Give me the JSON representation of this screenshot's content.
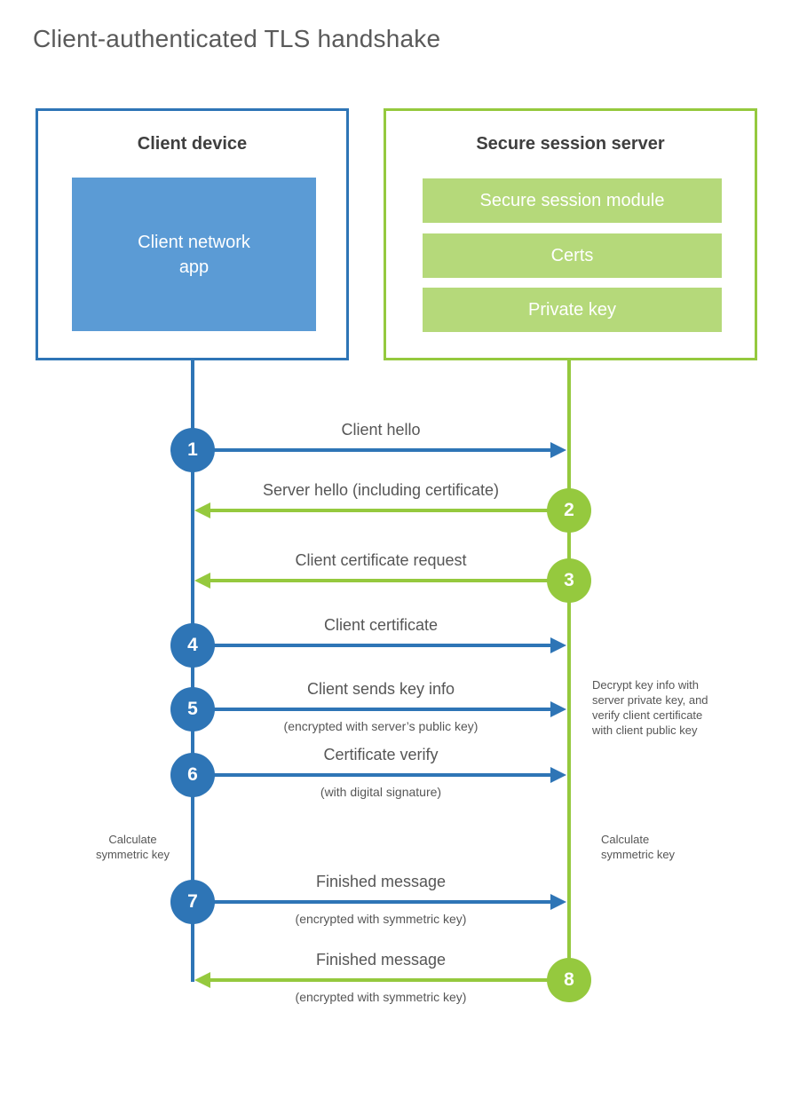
{
  "title": "Client-authenticated TLS handshake",
  "colors": {
    "blue": "#2e75b6",
    "blue_fill": "#5b9bd5",
    "green": "#95c93e",
    "green_fill": "#b5d97a"
  },
  "client_box": {
    "title": "Client device",
    "app_lines": [
      "Client network",
      "app"
    ]
  },
  "server_box": {
    "title": "Secure session server",
    "modules": [
      "Secure session module",
      "Certs",
      "Private key"
    ]
  },
  "messages": [
    {
      "num": "1",
      "label": "Client hello",
      "sublabel": "",
      "direction": "to-server"
    },
    {
      "num": "2",
      "label": "Server hello (including certificate)",
      "sublabel": "",
      "direction": "to-client"
    },
    {
      "num": "3",
      "label": "Client certificate request",
      "sublabel": "",
      "direction": "to-client"
    },
    {
      "num": "4",
      "label": "Client certificate",
      "sublabel": "",
      "direction": "to-server"
    },
    {
      "num": "5",
      "label": "Client sends key info",
      "sublabel": "(encrypted with server’s public key)",
      "direction": "to-server"
    },
    {
      "num": "6",
      "label": "Certificate verify",
      "sublabel": "(with digital signature)",
      "direction": "to-server"
    },
    {
      "num": "7",
      "label": "Finished message",
      "sublabel": "(encrypted with symmetric key)",
      "direction": "to-server"
    },
    {
      "num": "8",
      "label": "Finished message",
      "sublabel": "(encrypted with symmetric key)",
      "direction": "to-client"
    }
  ],
  "notes": {
    "decrypt_lines": [
      "Decrypt key info with",
      "server private key, and",
      "verify client certificate",
      "with client public key"
    ],
    "calc_left_lines": [
      "Calculate",
      "symmetric key"
    ],
    "calc_right_lines": [
      "Calculate",
      "symmetric key"
    ]
  }
}
